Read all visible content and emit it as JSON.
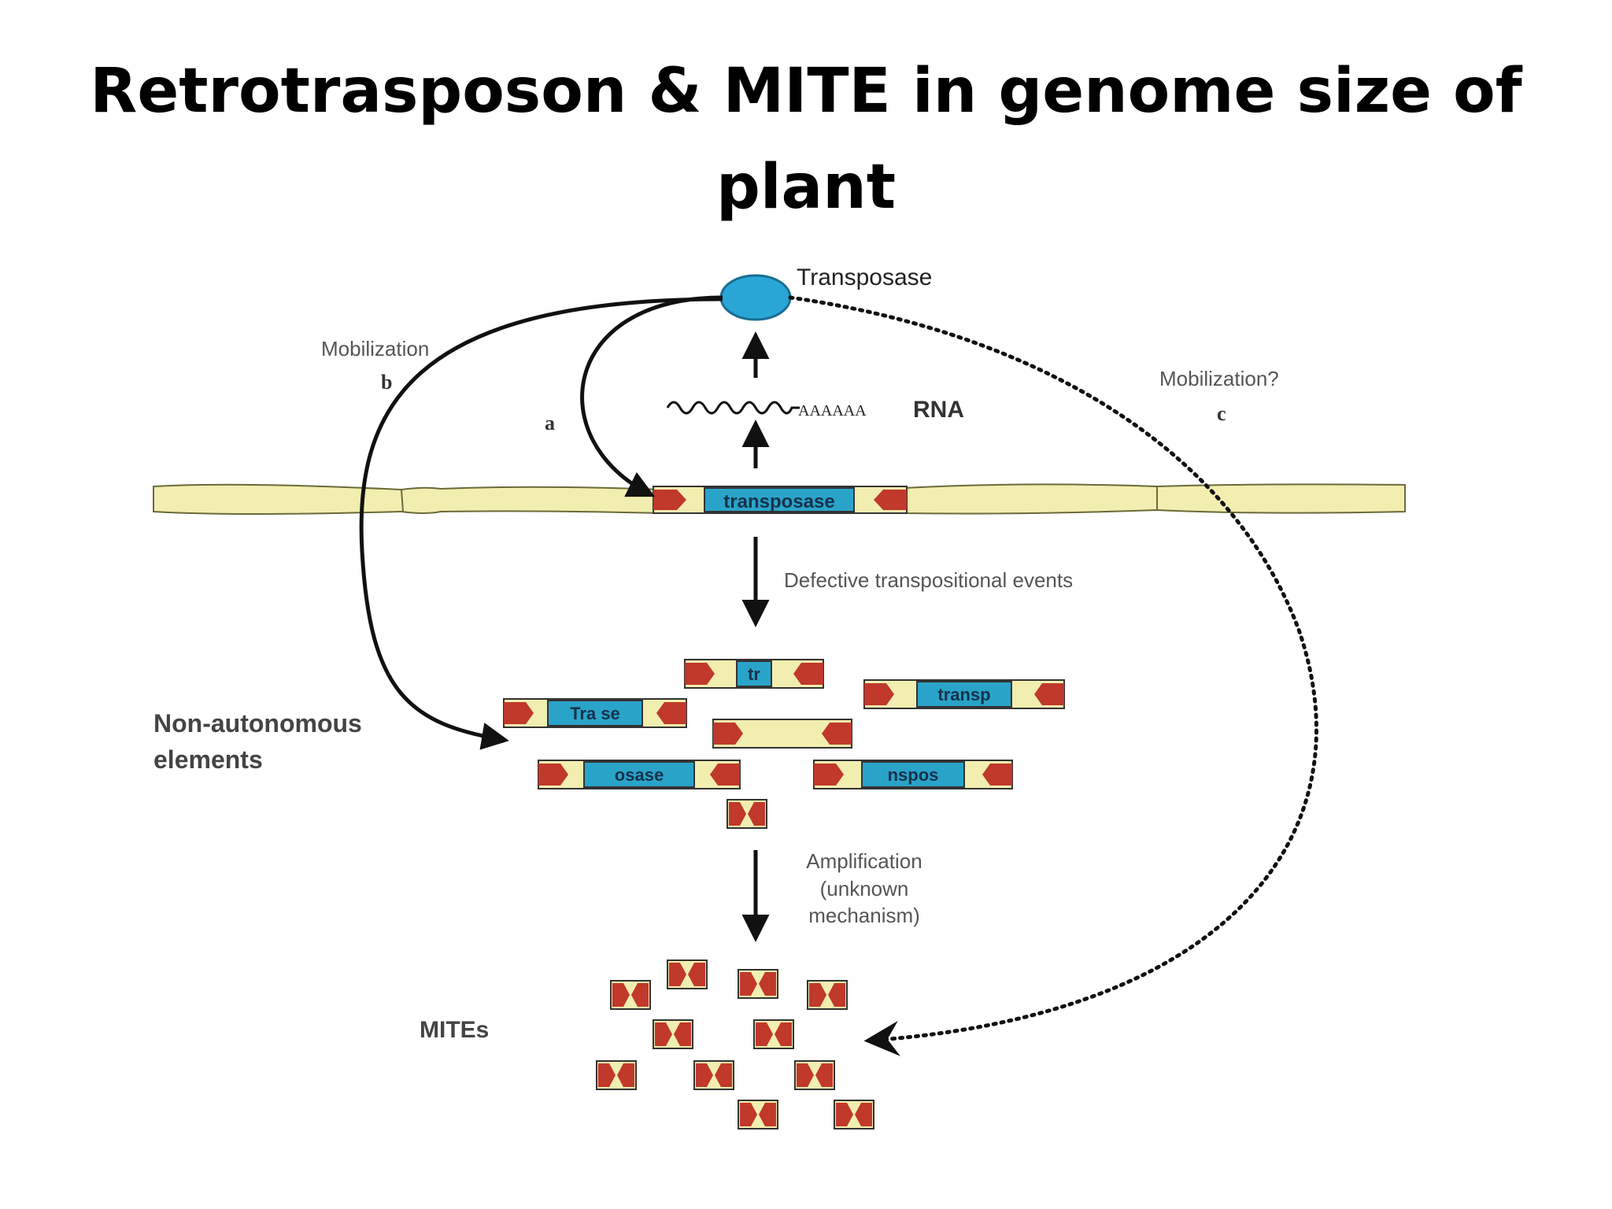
{
  "slide": {
    "title_line1": "Retrotrasposon & MITE in genome size of",
    "title_line2": "plant"
  },
  "diagram": {
    "transposase_protein_label": "Transposase",
    "rna_label": "RNA",
    "rna_tail": "AAAAAA",
    "gene_label": "transposase",
    "path_a_label": "a",
    "path_b_label": "b",
    "path_c_label": "c",
    "mobilization_b_label": "Mobilization",
    "mobilization_c_label": "Mobilization?",
    "defective_label": "Defective transpositional events",
    "nonautonomous_line1": "Non-autonomous",
    "nonautonomous_line2": "elements",
    "fragments": [
      "tr",
      "transp",
      "Tra se",
      "",
      "osase",
      "nspos"
    ],
    "amplification_line1": "Amplification",
    "amplification_line2": "(unknown",
    "amplification_line3": "mechanism)",
    "mites_label": "MITEs",
    "colors": {
      "chromosome": "#f2eeb0",
      "tir_red": "#c0392b",
      "transposase_blue": "#2aa3c9",
      "protein_blue": "#2aa6d6"
    }
  }
}
